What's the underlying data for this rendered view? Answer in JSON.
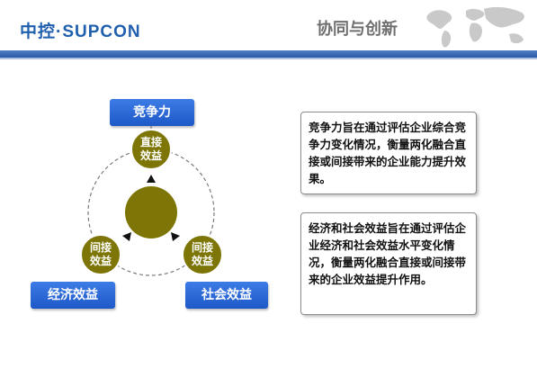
{
  "header": {
    "logo_text": "中控·SUPCON",
    "title": "协同与创新"
  },
  "diagram": {
    "top_label": "竞争力",
    "left_label": "经济效益",
    "right_label": "社会效益",
    "node_top": {
      "line1": "直接",
      "line2": "效益"
    },
    "node_left": {
      "line1": "间接",
      "line2": "效益"
    },
    "node_right": {
      "line1": "间接",
      "line2": "效益"
    }
  },
  "descriptions": {
    "competitiveness": "竞争力旨在通过评估企业综合竞争力变化情况，衡量两化融合直接或间接带来的企业能力提升效果。",
    "economic_social": "经济和社会效益旨在通过评估企业经济和社会效益水平变化情况，衡量两化融合直接或间接带来的企业效益提升作用。"
  },
  "colors": {
    "brand_blue": "#1f5fad",
    "header_bar": "#2c5aa5",
    "label_blue": "#2a6ad8",
    "olive": "#7d7506"
  },
  "icons": {
    "world_map": "world-map-icon",
    "arrows": "triangle-arrow-icon"
  }
}
